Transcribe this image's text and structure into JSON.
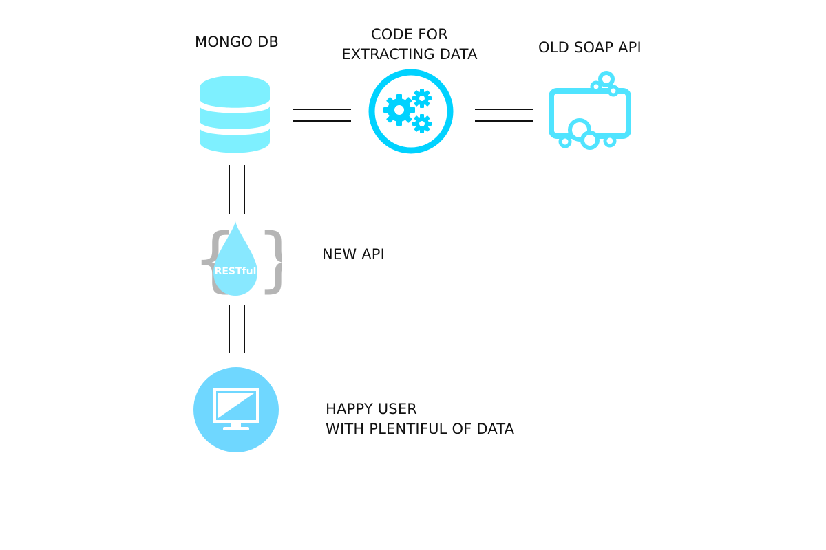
{
  "nodes": {
    "mongo": {
      "label": "MONGO DB",
      "icon": "database-icon",
      "color": "#7ef0ff"
    },
    "code": {
      "label_line1": "CODE FOR",
      "label_line2": "EXTRACTING DATA",
      "icon": "gears-icon",
      "color": "#00d2ff"
    },
    "soap": {
      "label": "OLD SOAP API",
      "icon": "soap-icon",
      "color": "#50e4ff"
    },
    "api": {
      "label": "NEW API",
      "icon": "restful-drop-icon",
      "badge": "RESTful",
      "color": "#88e8ff",
      "brace_color": "#b5b5b5"
    },
    "user": {
      "label_line1": "HAPPY USER",
      "label_line2": "WITH PLENTIFUL OF DATA",
      "icon": "monitor-icon",
      "color": "#6fd7ff"
    }
  },
  "connectors": [
    {
      "from": "mongo",
      "to": "code",
      "style": "double-line"
    },
    {
      "from": "code",
      "to": "soap",
      "style": "double-line"
    },
    {
      "from": "mongo",
      "to": "api",
      "style": "double-line"
    },
    {
      "from": "api",
      "to": "user",
      "style": "double-line"
    }
  ]
}
